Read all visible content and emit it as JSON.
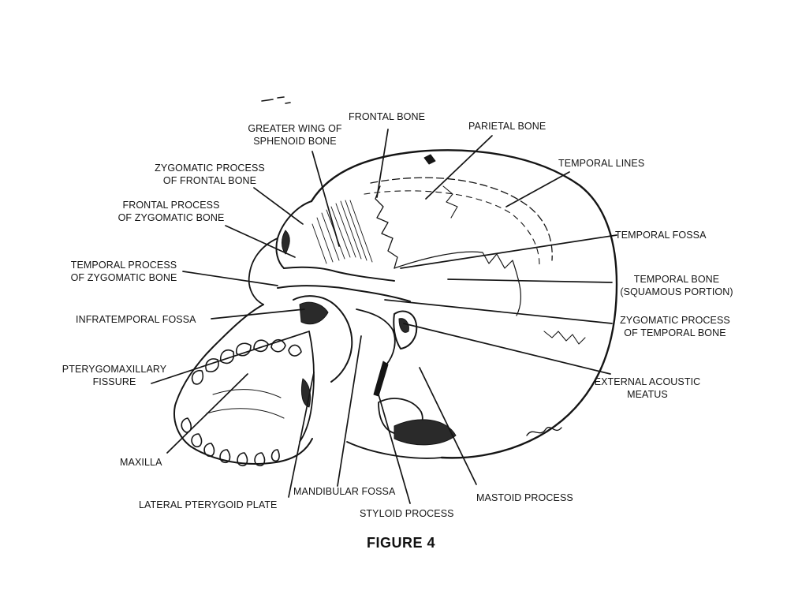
{
  "labels": {
    "frontal_bone": "FRONTAL BONE",
    "parietal_bone": "PARIETAL BONE",
    "greater_wing": [
      "GREATER WING OF",
      "SPHENOID BONE"
    ],
    "temporal_lines": "TEMPORAL LINES",
    "zygomatic_process_frontal": [
      "ZYGOMATIC PROCESS",
      "OF FRONTAL BONE"
    ],
    "frontal_process_zygomatic": [
      "FRONTAL PROCESS",
      "OF ZYGOMATIC BONE"
    ],
    "temporal_fossa": "TEMPORAL FOSSA",
    "temporal_process_zygomatic": [
      "TEMPORAL PROCESS",
      "OF ZYGOMATIC BONE"
    ],
    "temporal_bone": [
      "TEMPORAL BONE",
      "(SQUAMOUS PORTION)"
    ],
    "infratemporal_fossa": "INFRATEMPORAL FOSSA",
    "zygomatic_process_temporal": [
      "ZYGOMATIC PROCESS",
      "OF TEMPORAL BONE"
    ],
    "pterygomaxillary_fissure": [
      "PTERYGOMAXILLARY",
      "FISSURE"
    ],
    "external_acoustic_meatus": [
      "EXTERNAL ACOUSTIC",
      "MEATUS"
    ],
    "maxilla": "MAXILLA",
    "mandibular_fossa": "MANDIBULAR FOSSA",
    "mastoid_process": "MASTOID PROCESS",
    "lateral_pterygoid_plate": "LATERAL PTERYGOID PLATE",
    "styloid_process": "STYLOID PROCESS"
  },
  "caption": "FIGURE 4",
  "colors": {
    "ink": "#151515",
    "background": "#ffffff",
    "shading": "#2a2a2a"
  }
}
